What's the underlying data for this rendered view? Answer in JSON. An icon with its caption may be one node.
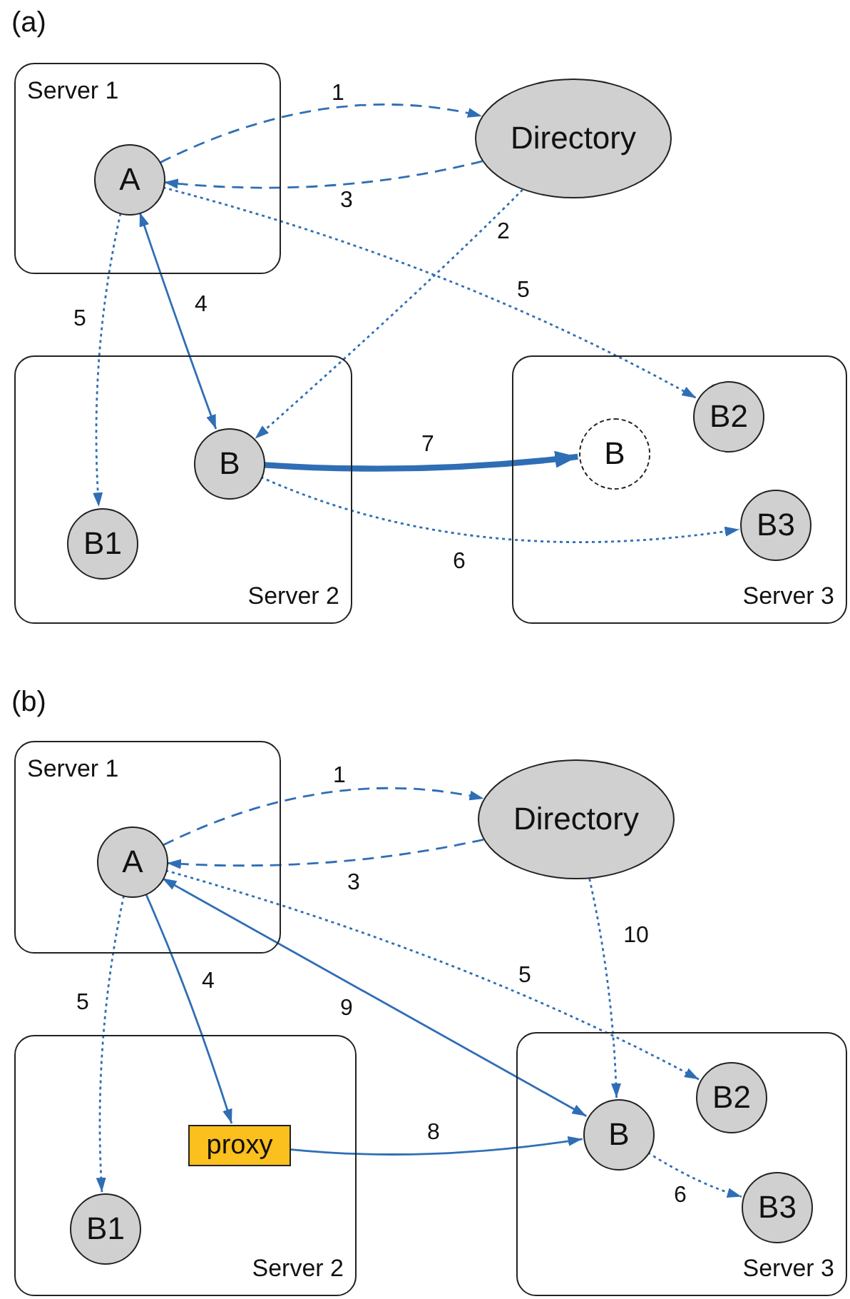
{
  "diagram": {
    "nodes": [
      {
        "text": [
          "Server 1"
        ]
      },
      {
        "text": [
          "A"
        ],
        "in": 0
      },
      {
        "text": [
          "Directory"
        ]
      },
      {
        "text": [
          "Server 2"
        ]
      },
      {
        "text": [
          "B"
        ],
        "in": 3
      },
      {
        "text": [
          "B1"
        ],
        "in": 3
      },
      {
        "text": [
          "Server 3"
        ]
      },
      {
        "text": [
          "B"
        ],
        "in": 6
      },
      {
        "text": [
          "B2"
        ],
        "in": 6
      },
      {
        "text": [
          "B3"
        ],
        "in": 6
      },
      {
        "text": [
          "Server 1"
        ]
      },
      {
        "text": [
          "A"
        ],
        "in": 10
      },
      {
        "text": [
          "Directory"
        ]
      },
      {
        "text": [
          "Server 2"
        ]
      },
      {
        "text": [
          "proxy"
        ],
        "in": 13
      },
      {
        "text": [
          "B1"
        ],
        "in": 13
      },
      {
        "text": [
          "Server 3"
        ]
      },
      {
        "text": [
          "B"
        ],
        "in": 16
      },
      {
        "text": [
          "B2"
        ],
        "in": 16
      },
      {
        "text": [
          "B3"
        ],
        "in": 16
      }
    ],
    "edges": [
      {
        "from": 1,
        "to": 2,
        "arrow": "to",
        "label": "1",
        "style": "dashed"
      },
      {
        "from": 2,
        "to": 1,
        "arrow": "to",
        "label": "3",
        "style": "dashed"
      },
      {
        "from": 2,
        "to": 4,
        "arrow": "to",
        "label": "2",
        "style": "dashed"
      },
      {
        "from": 1,
        "to": 8,
        "arrow": "to",
        "label": "5",
        "style": "dashed"
      },
      {
        "from": 1,
        "to": 5,
        "arrow": "to",
        "label": "5",
        "style": "dashed"
      },
      {
        "from": 1,
        "to": 4,
        "arrow": "both",
        "label": "4"
      },
      {
        "from": 4,
        "to": 7,
        "arrow": "to",
        "label": "7",
        "style": "thick"
      },
      {
        "from": 4,
        "to": 9,
        "arrow": "to",
        "label": "6",
        "style": "dashed"
      },
      {
        "from": 11,
        "to": 12,
        "arrow": "to",
        "label": "1",
        "style": "dashed"
      },
      {
        "from": 12,
        "to": 11,
        "arrow": "to",
        "label": "3",
        "style": "dashed"
      },
      {
        "from": 11,
        "to": 15,
        "arrow": "to",
        "label": "5",
        "style": "dashed"
      },
      {
        "from": 11,
        "to": 18,
        "arrow": "to",
        "label": "5",
        "style": "dashed"
      },
      {
        "from": 11,
        "to": 14,
        "arrow": "to",
        "label": "4"
      },
      {
        "from": 11,
        "to": 17,
        "arrow": "both",
        "label": "9"
      },
      {
        "from": 14,
        "to": 17,
        "arrow": "to",
        "label": "8"
      },
      {
        "from": 12,
        "to": 17,
        "arrow": "to",
        "label": "10",
        "style": "dashed"
      },
      {
        "from": 17,
        "to": 19,
        "arrow": "to",
        "label": "6",
        "style": "dashed"
      }
    ],
    "labels": [
      "(a)",
      "(b)"
    ]
  }
}
